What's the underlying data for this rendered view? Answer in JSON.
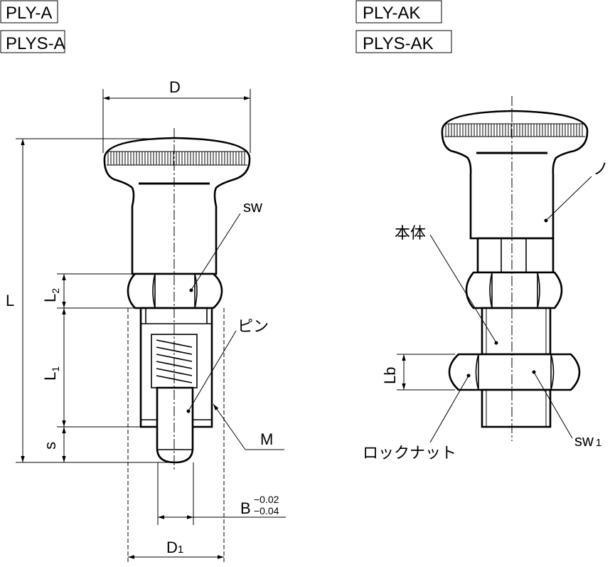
{
  "models": {
    "left": [
      "PLY-A",
      "PLYS-A"
    ],
    "right": [
      "PLY-AK",
      "PLYS-AK"
    ]
  },
  "dimensions": {
    "D": "D",
    "L": "L",
    "L2_main": "L",
    "L2_sub": "2",
    "L1_main": "L",
    "L1_sub": "1",
    "s": "s",
    "M": "M",
    "B": "B",
    "B_tol_upper": "−0.02",
    "B_tol_lower": "−0.04",
    "D1_main": "D",
    "D1_sub": "1",
    "Lb": "Lb"
  },
  "callouts": {
    "sw": "sw",
    "pin": "ピン",
    "knob": "ノブ",
    "body": "本体",
    "lock_nut": "ロックナット",
    "sw1_main": "sw",
    "sw1_sub": "1"
  }
}
